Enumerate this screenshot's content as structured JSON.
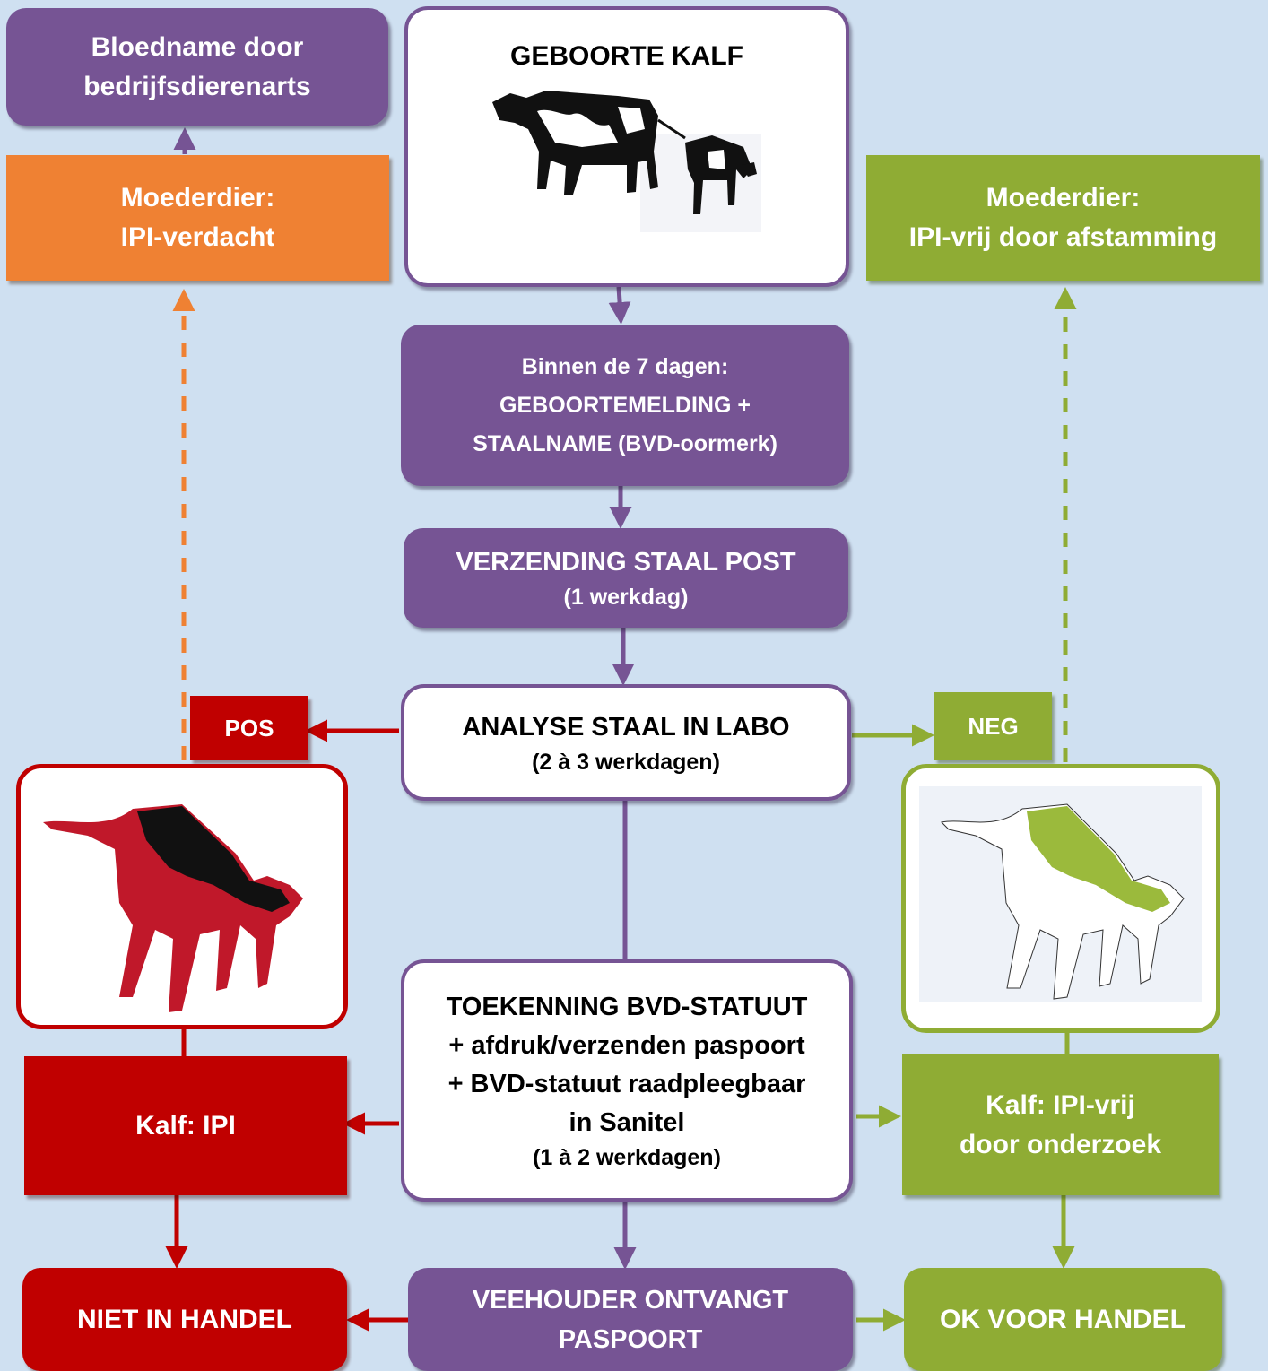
{
  "colors": {
    "background": "#cfe0f1",
    "purple": "#765494",
    "orange": "#ef8133",
    "green": "#8fac34",
    "red": "#c00000"
  },
  "bloedname": {
    "line1": "Bloedname door",
    "line2": "bedrijfsdierenarts"
  },
  "moeder_verdacht": {
    "line1": "Moederdier:",
    "line2": "IPI-verdacht"
  },
  "geboorte": {
    "title": "GEBOORTE KALF",
    "icon": "cow-and-calf-image"
  },
  "moeder_vrij": {
    "line1": "Moederdier:",
    "line2": "IPI-vrij door afstamming"
  },
  "binnen": {
    "line1": "Binnen de 7 dagen:",
    "line2": "GEBOORTEMELDING +",
    "line3": "STAALNAME (BVD-oormerk)"
  },
  "verzending": {
    "line1": "VERZENDING STAAL POST",
    "line2": "(1 werkdag)"
  },
  "analyse": {
    "line1": "ANALYSE STAAL IN LABO",
    "line2": "(2 à 3 werkdagen)"
  },
  "pos_label": "POS",
  "neg_label": "NEG",
  "toekenning": {
    "line1": "TOEKENNING BVD-STATUUT",
    "line2": "+ afdruk/verzenden paspoort",
    "line3": "+ BVD-statuut raadpleegbaar",
    "line4": "in Sanitel",
    "line5": "(1 à 2 werkdagen)"
  },
  "kalf_ipi": "Kalf: IPI",
  "kalf_vrij": {
    "line1": "Kalf: IPI-vrij",
    "line2": "door onderzoek"
  },
  "niet_in_handel": "NIET IN HANDEL",
  "paspoort": {
    "line1": "VEEHOUDER ONTVANGT",
    "line2": "PASPOORT"
  },
  "ok_voor_handel": "OK VOOR HANDEL",
  "images": {
    "red_calf": "calf-red-silhouette",
    "green_calf": "calf-green-silhouette"
  }
}
